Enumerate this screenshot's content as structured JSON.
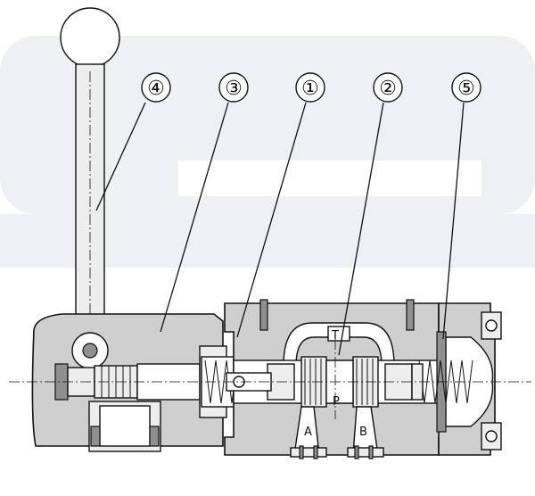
{
  "callouts": [
    {
      "id": "4",
      "label": "④"
    },
    {
      "id": "3",
      "label": "③"
    },
    {
      "id": "1",
      "label": "①"
    },
    {
      "id": "2",
      "label": "②"
    },
    {
      "id": "5",
      "label": "⑤"
    }
  ],
  "ports": {
    "T": "T",
    "P": "P",
    "A": "A",
    "B": "B"
  },
  "colors": {
    "body": "#cfcfcf",
    "background_watermark": "#eef0f4"
  }
}
